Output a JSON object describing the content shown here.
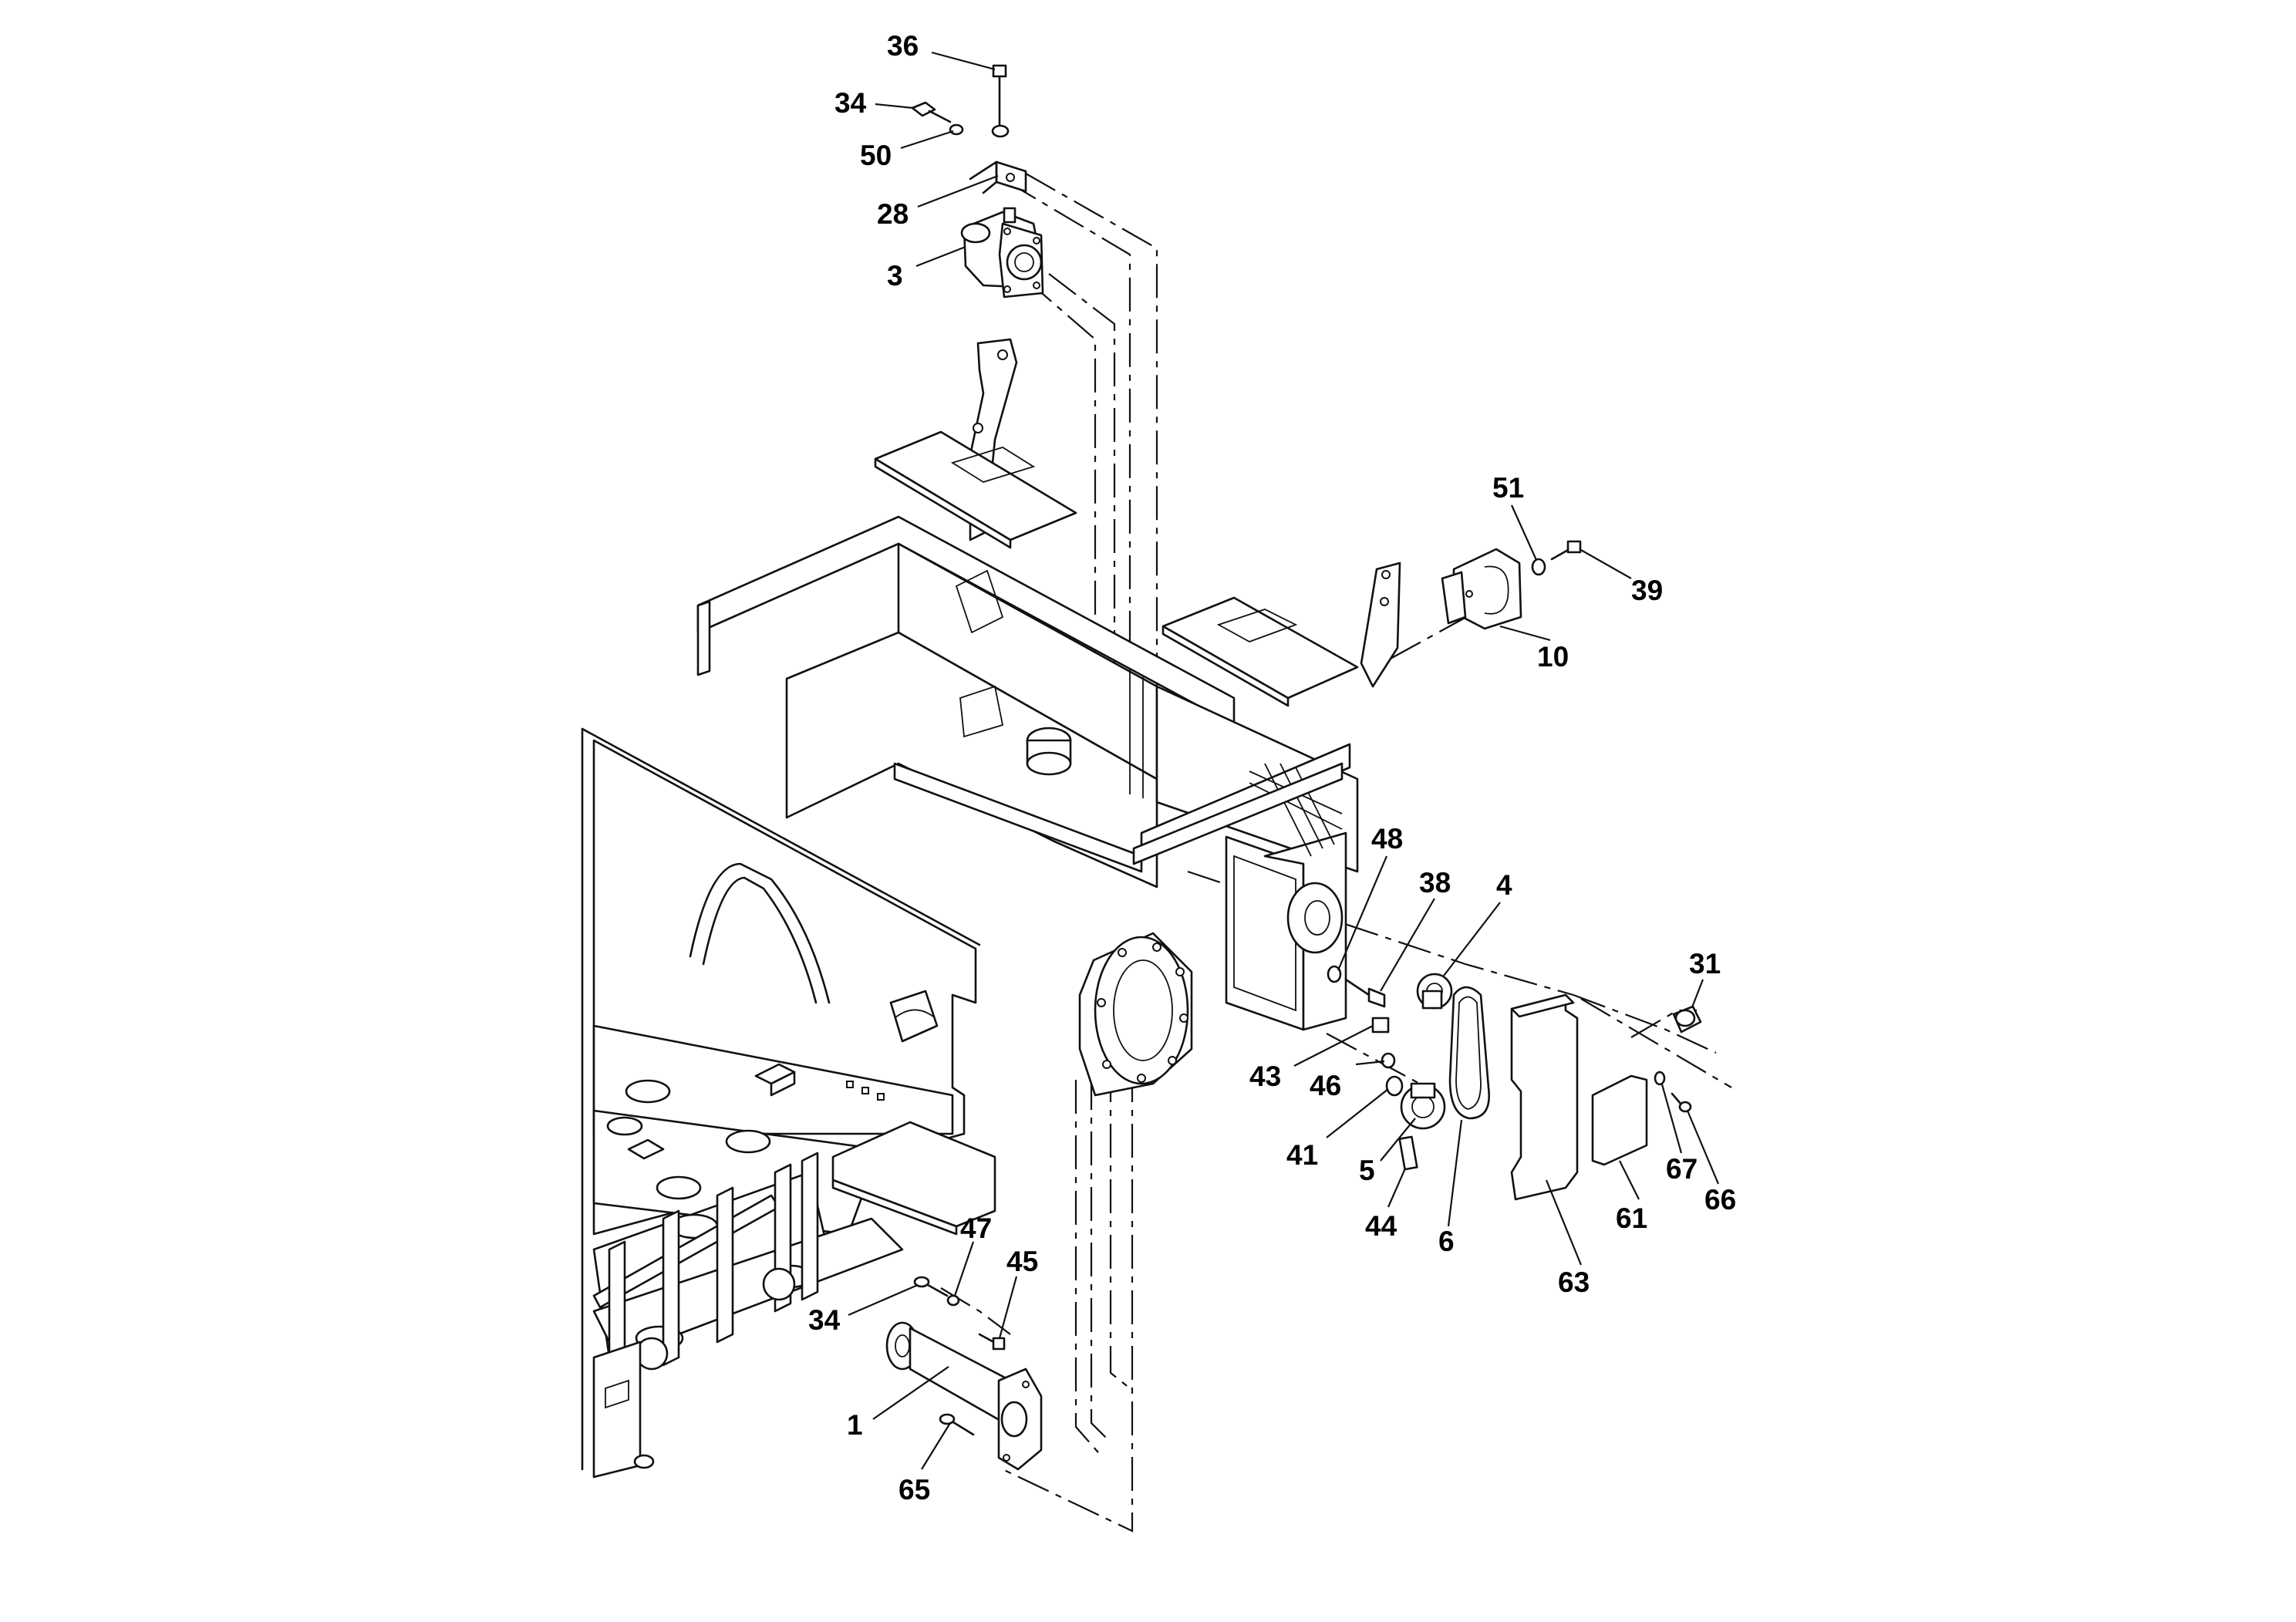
{
  "callouts": [
    {
      "id": "c36",
      "label": "36"
    },
    {
      "id": "c34a",
      "label": "34"
    },
    {
      "id": "c50",
      "label": "50"
    },
    {
      "id": "c28",
      "label": "28"
    },
    {
      "id": "c3",
      "label": "3"
    },
    {
      "id": "c51",
      "label": "51"
    },
    {
      "id": "c39",
      "label": "39"
    },
    {
      "id": "c10",
      "label": "10"
    },
    {
      "id": "c48",
      "label": "48"
    },
    {
      "id": "c38",
      "label": "38"
    },
    {
      "id": "c4",
      "label": "4"
    },
    {
      "id": "c31",
      "label": "31"
    },
    {
      "id": "c43",
      "label": "43"
    },
    {
      "id": "c46",
      "label": "46"
    },
    {
      "id": "c41",
      "label": "41"
    },
    {
      "id": "c5",
      "label": "5"
    },
    {
      "id": "c44",
      "label": "44"
    },
    {
      "id": "c6",
      "label": "6"
    },
    {
      "id": "c63",
      "label": "63"
    },
    {
      "id": "c61",
      "label": "61"
    },
    {
      "id": "c67",
      "label": "67"
    },
    {
      "id": "c66",
      "label": "66"
    },
    {
      "id": "c47",
      "label": "47"
    },
    {
      "id": "c45",
      "label": "45"
    },
    {
      "id": "c34b",
      "label": "34"
    },
    {
      "id": "c1",
      "label": "1"
    },
    {
      "id": "c65",
      "label": "65"
    }
  ]
}
